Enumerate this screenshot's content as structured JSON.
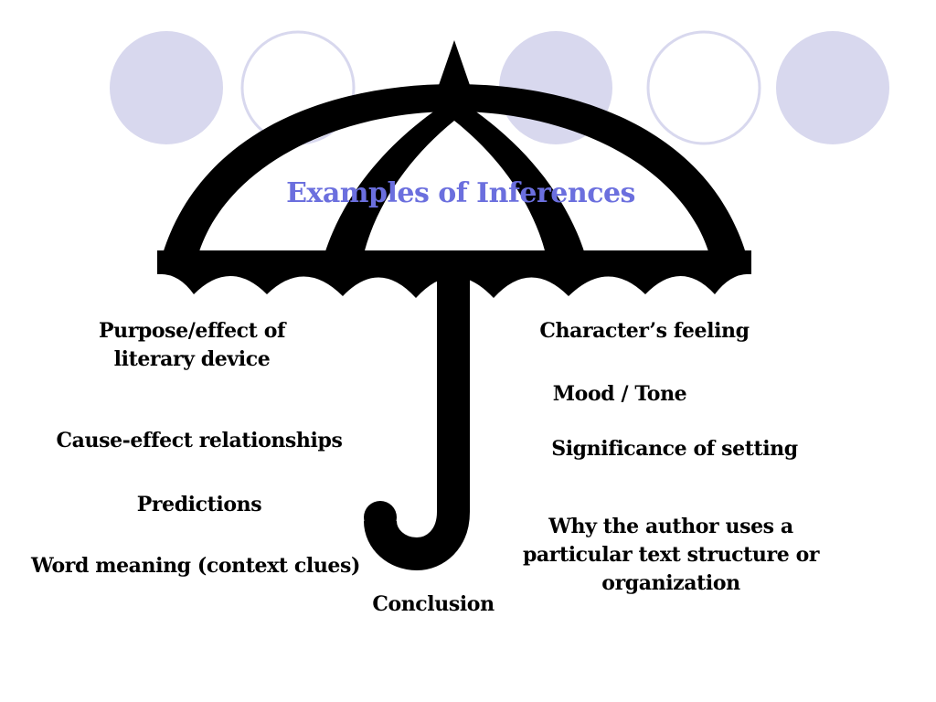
{
  "slide": {
    "title": "Examples of Inferences",
    "left_items": [
      {
        "text": "Purpose/effect of literary device"
      },
      {
        "text": "Cause-effect relationships"
      },
      {
        "text": "Predictions"
      },
      {
        "text": "Word meaning (context clues)"
      }
    ],
    "right_items": [
      {
        "text": "Character’s feeling"
      },
      {
        "text": "Mood / Tone"
      },
      {
        "text": "Significance of setting"
      },
      {
        "text": "Why the author uses a particular text structure or organization"
      }
    ],
    "bottom_item": "Conclusion"
  },
  "colors": {
    "title": "#6b6fde",
    "circle_fill": "#d8d8ee",
    "circle_outline": "#d8d8ee",
    "umbrella": "#000000"
  },
  "icons": {
    "umbrella": "umbrella-icon"
  }
}
